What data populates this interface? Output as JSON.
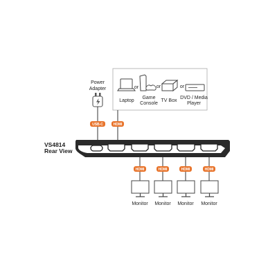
{
  "power": {
    "line1": "Power",
    "line2": "Adapter"
  },
  "device": {
    "line1": "VS4814",
    "line2": "Rear View"
  },
  "sources": {
    "laptop": "Laptop",
    "or": "or",
    "game_line1": "Game",
    "game_line2": "Console",
    "tvbox": "TV Box",
    "dvd_line1": "DVD / Media",
    "dvd_line2": "Player"
  },
  "tags": {
    "usbc": "USB-C",
    "hdmi": "HDMI"
  },
  "monitors": [
    "Monitor",
    "Monitor",
    "Monitor",
    "Monitor"
  ],
  "colors": {
    "accent": "#e8732a",
    "device_body": "#2a2a2a",
    "line": "#333333",
    "box_border": "#aaaaaa"
  }
}
